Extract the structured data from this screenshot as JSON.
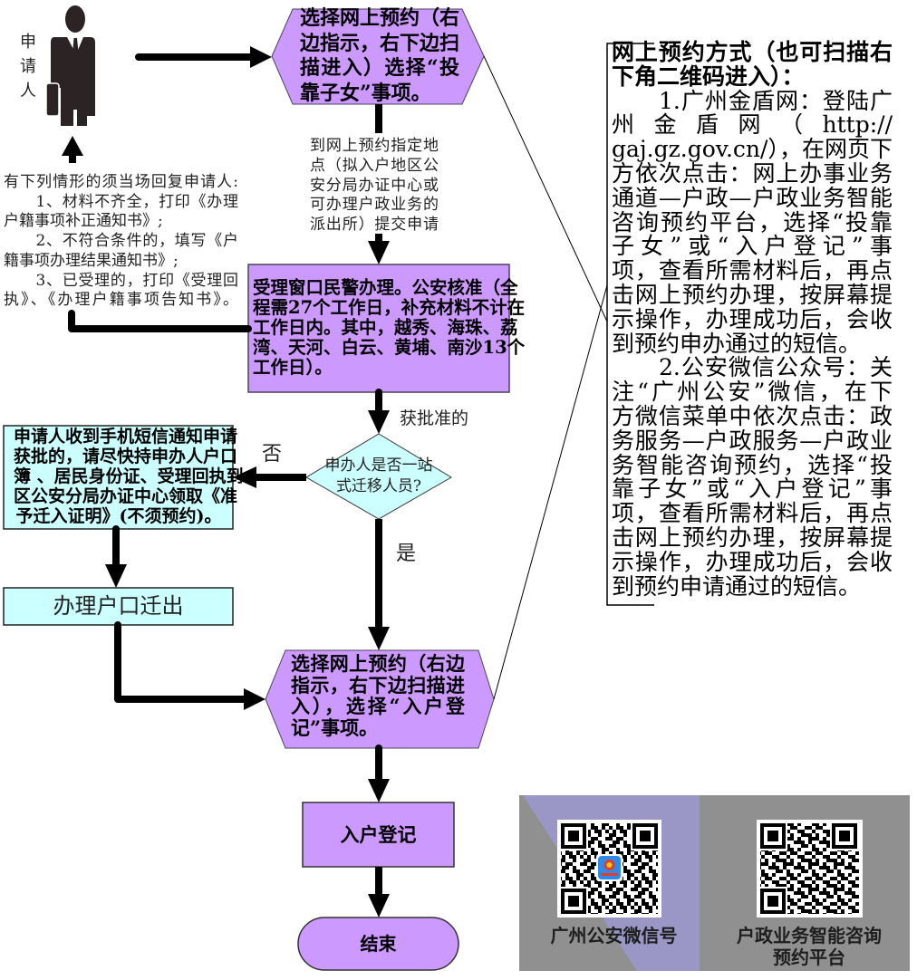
{
  "applicant": {
    "label": [
      "申",
      "请",
      "人"
    ]
  },
  "return_note": {
    "lines": [
      "有下列情形的须当场回复申请人:",
      "　　1、材料不齐全，打印《办理",
      "户籍事项补正通知书》;",
      "　　2、不符合条件的，填写《户",
      "籍事项办理结果通知书》;",
      "　　3、已受理的，打印《受理回",
      "执》、《办理户籍事项告知书》。"
    ]
  },
  "flow": {
    "step1_online_booking": {
      "lines": [
        "选择网上预约（右",
        "边指示，右下边扫",
        "描进入）选择“投",
        "靠子女”事项。"
      ]
    },
    "step1_submit_note": {
      "lines": [
        "到网上预约指定地",
        "点（拟入户地区公",
        "安分局办证中心或",
        "可办理户政业务的",
        "派出所）提交申请"
      ]
    },
    "step2_window_processing": {
      "lines": [
        "受理窗口民警办理。公安核准（全",
        "程需27个工作日，补充材料不计在",
        "工作日内。其中，越秀、海珠、荔",
        "湾、天河、白云、黄埔、南沙13个",
        "工作日）。"
      ]
    },
    "approved_label": "获批准的",
    "decision": {
      "lines": [
        "申办人是否一站",
        "式迁移人员?"
      ],
      "no_label": "否",
      "yes_label": "是"
    },
    "collect_certificate": {
      "lines": [
        "申请人收到手机短信通知申请",
        "获批的，请尽快持申办人户口",
        "簿 、居民身份证、受理回执到",
        "区公安分局办证中心领取《准",
        "予迁入证明》(不须预约)。"
      ]
    },
    "move_out": "办理户口迁出",
    "step3_online_booking": {
      "lines": [
        "选择网上预约（右边",
        "指示，右下边扫描进",
        "入），选择“入户登",
        "记”事项。"
      ]
    },
    "registration": "入户登记",
    "end": "结束"
  },
  "online_booking_info": {
    "title_lines": [
      "网上预约方式（也可扫描右",
      "下角二维码进入）："
    ],
    "lines": [
      "　　1.广州金盾网：登陆广",
      "州金盾网（http://",
      "gaj.gz.gov.cn/），在网页下",
      "方依次点击：网上办事业务",
      "通道—户政—户政业务智能",
      "咨询预约平台，选择“投靠",
      "子女”或“入户登记”事",
      "项，查看所需材料后，再点",
      "击网上预约办理，按屏幕提",
      "示操作，办理成功后，会收",
      "到预约申办通过的短信。",
      "　　2.公安微信公众号：关",
      "注“广州公安”微信，在下",
      "方微信菜单中依次点击：政",
      "务服务—户政服务—户政业",
      "务智能咨询预约，选择“投",
      "靠子女”或“入户登记”事",
      "项，查看所需材料后，再点",
      "击网上预约办理，按屏幕提",
      "示操作，办理成功后，会收",
      "到预约申请通过的短信。"
    ]
  },
  "qr_codes": [
    {
      "label_lines": [
        "广州公安微信号"
      ],
      "icon": "qr-code-icon",
      "has_logo": "police-badge-icon"
    },
    {
      "label_lines": [
        "户政业务智能咨询",
        "预约平台"
      ],
      "icon": "qr-code-icon"
    }
  ],
  "colors": {
    "process_fill": "#CC99FF",
    "alt_fill": "#CCFFFF",
    "connector": "#000000",
    "qr_panel_gray": "#8f908f",
    "qr_panel_lavender": "#9a97c7"
  }
}
